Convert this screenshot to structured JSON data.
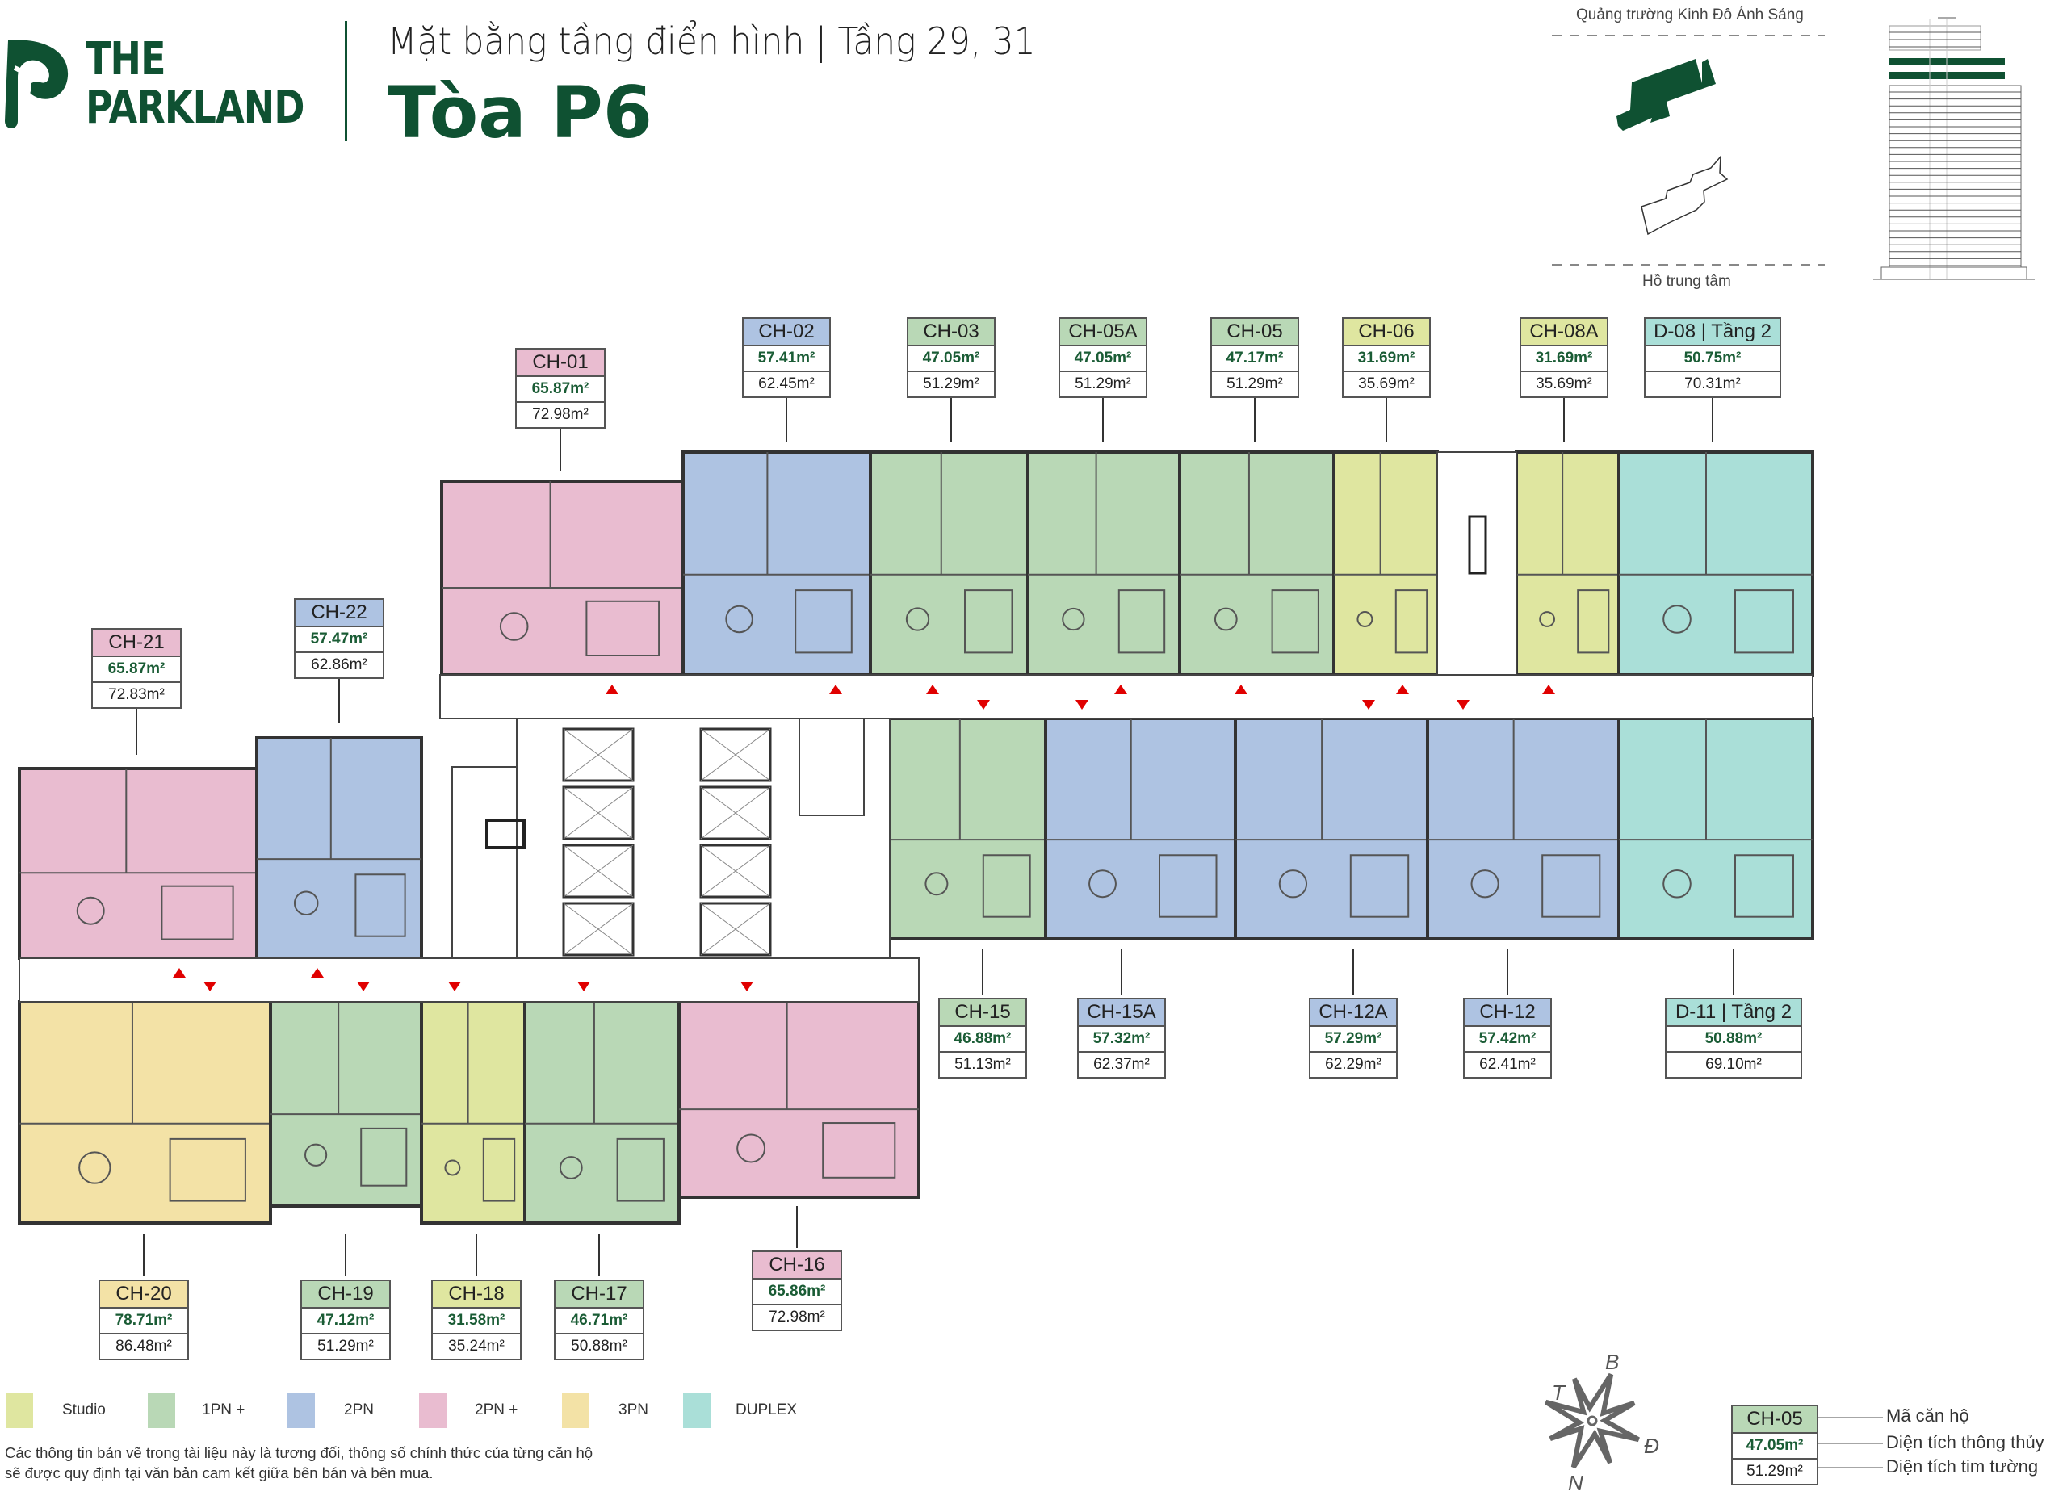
{
  "header": {
    "brand": "THE PARKLAND",
    "brand_line1": "THE",
    "brand_line2": "PARKLAND",
    "subtitle": "Mặt bằng tầng điển hình | Tầng 29, 31",
    "title": "Tòa P6"
  },
  "context": {
    "north_label": "Quảng trường Kinh Đô Ánh Sáng",
    "south_label": "Hồ trung tâm"
  },
  "colors": {
    "Studio": "#dfe6a0",
    "1PN +": "#b9d8b6",
    "2PN": "#aec3e2",
    "2PN +": "#e9bcd0",
    "3PN": "#f3e2a6",
    "DUPLEX": "#aadfd8",
    "brand": "#0f5132",
    "area_text": "#1a5c35"
  },
  "units": [
    {
      "code": "CH-01",
      "net": "65.87m²",
      "gross": "72.98m²",
      "type": "2PN +"
    },
    {
      "code": "CH-02",
      "net": "57.41m²",
      "gross": "62.45m²",
      "type": "2PN"
    },
    {
      "code": "CH-03",
      "net": "47.05m²",
      "gross": "51.29m²",
      "type": "1PN +"
    },
    {
      "code": "CH-05A",
      "net": "47.05m²",
      "gross": "51.29m²",
      "type": "1PN +"
    },
    {
      "code": "CH-05",
      "net": "47.17m²",
      "gross": "51.29m²",
      "type": "1PN +"
    },
    {
      "code": "CH-06",
      "net": "31.69m²",
      "gross": "35.69m²",
      "type": "Studio"
    },
    {
      "code": "CH-08A",
      "net": "31.69m²",
      "gross": "35.69m²",
      "type": "Studio"
    },
    {
      "code": "D-08 | Tầng 2",
      "net": "50.75m²",
      "gross": "70.31m²",
      "type": "DUPLEX"
    },
    {
      "code": "CH-21",
      "net": "65.87m²",
      "gross": "72.83m²",
      "type": "2PN +"
    },
    {
      "code": "CH-22",
      "net": "57.47m²",
      "gross": "62.86m²",
      "type": "2PN"
    },
    {
      "code": "CH-15",
      "net": "46.88m²",
      "gross": "51.13m²",
      "type": "1PN +"
    },
    {
      "code": "CH-15A",
      "net": "57.32m²",
      "gross": "62.37m²",
      "type": "2PN"
    },
    {
      "code": "CH-12A",
      "net": "57.29m²",
      "gross": "62.29m²",
      "type": "2PN"
    },
    {
      "code": "CH-12",
      "net": "57.42m²",
      "gross": "62.41m²",
      "type": "2PN"
    },
    {
      "code": "D-11 | Tầng 2",
      "net": "50.88m²",
      "gross": "69.10m²",
      "type": "DUPLEX"
    },
    {
      "code": "CH-20",
      "net": "78.71m²",
      "gross": "86.48m²",
      "type": "3PN"
    },
    {
      "code": "CH-19",
      "net": "47.12m²",
      "gross": "51.29m²",
      "type": "1PN +"
    },
    {
      "code": "CH-18",
      "net": "31.58m²",
      "gross": "35.24m²",
      "type": "Studio"
    },
    {
      "code": "CH-17",
      "net": "46.71m²",
      "gross": "50.88m²",
      "type": "1PN +"
    },
    {
      "code": "CH-16",
      "net": "65.86m²",
      "gross": "72.98m²",
      "type": "2PN +"
    }
  ],
  "legend": [
    "Studio",
    "1PN +",
    "2PN",
    "2PN +",
    "3PN",
    "DUPLEX"
  ],
  "disclaimer": {
    "line1": "Các thông tin bản vẽ trong tài liệu này là tương đối, thông số chính thức của từng căn hộ",
    "line2": "sẽ được quy định tại văn bản cam kết giữa bên bán và bên mua."
  },
  "compass": {
    "north": "B",
    "east": "Đ",
    "south": "N",
    "west": "T"
  },
  "key": {
    "sample_code": "CH-05",
    "sample_net": "47.05m²",
    "sample_gross": "51.29m²",
    "code_label": "Mã căn hộ",
    "net_label": "Diện tích thông thủy",
    "gross_label": "Diện tích tim tường"
  }
}
